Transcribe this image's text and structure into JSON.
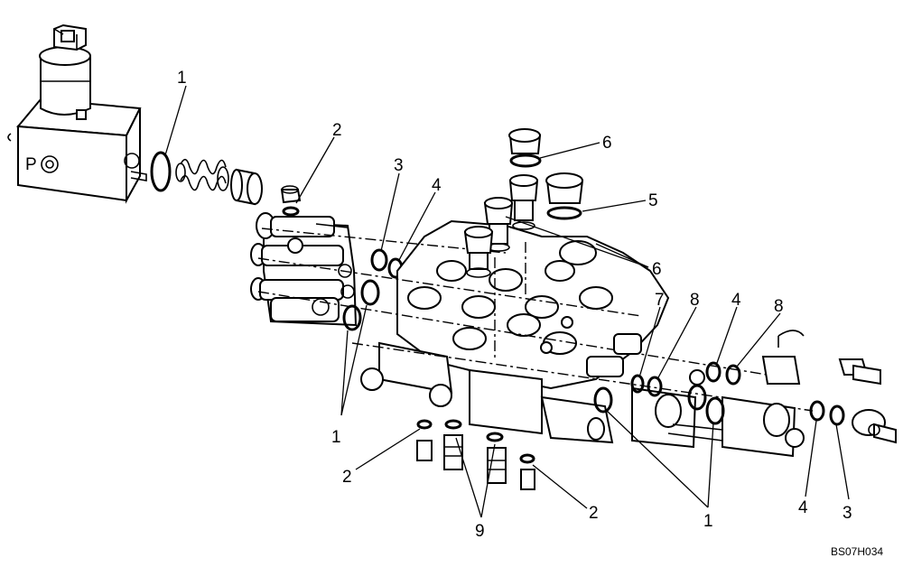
{
  "diagram": {
    "reference_code": "BS07H034",
    "callouts": {
      "c1a": "1",
      "c1b": "1",
      "c1c": "1",
      "c2a": "2",
      "c2b": "2",
      "c2c": "2",
      "c3a": "3",
      "c3b": "3",
      "c4a": "4",
      "c4b": "4",
      "c4c": "4",
      "c5": "5",
      "c6a": "6",
      "c6b": "6",
      "c7": "7",
      "c8a": "8",
      "c8b": "8",
      "c9": "9"
    },
    "port_marking": "P"
  },
  "colors": {
    "line": "#000000",
    "background": "#ffffff"
  }
}
